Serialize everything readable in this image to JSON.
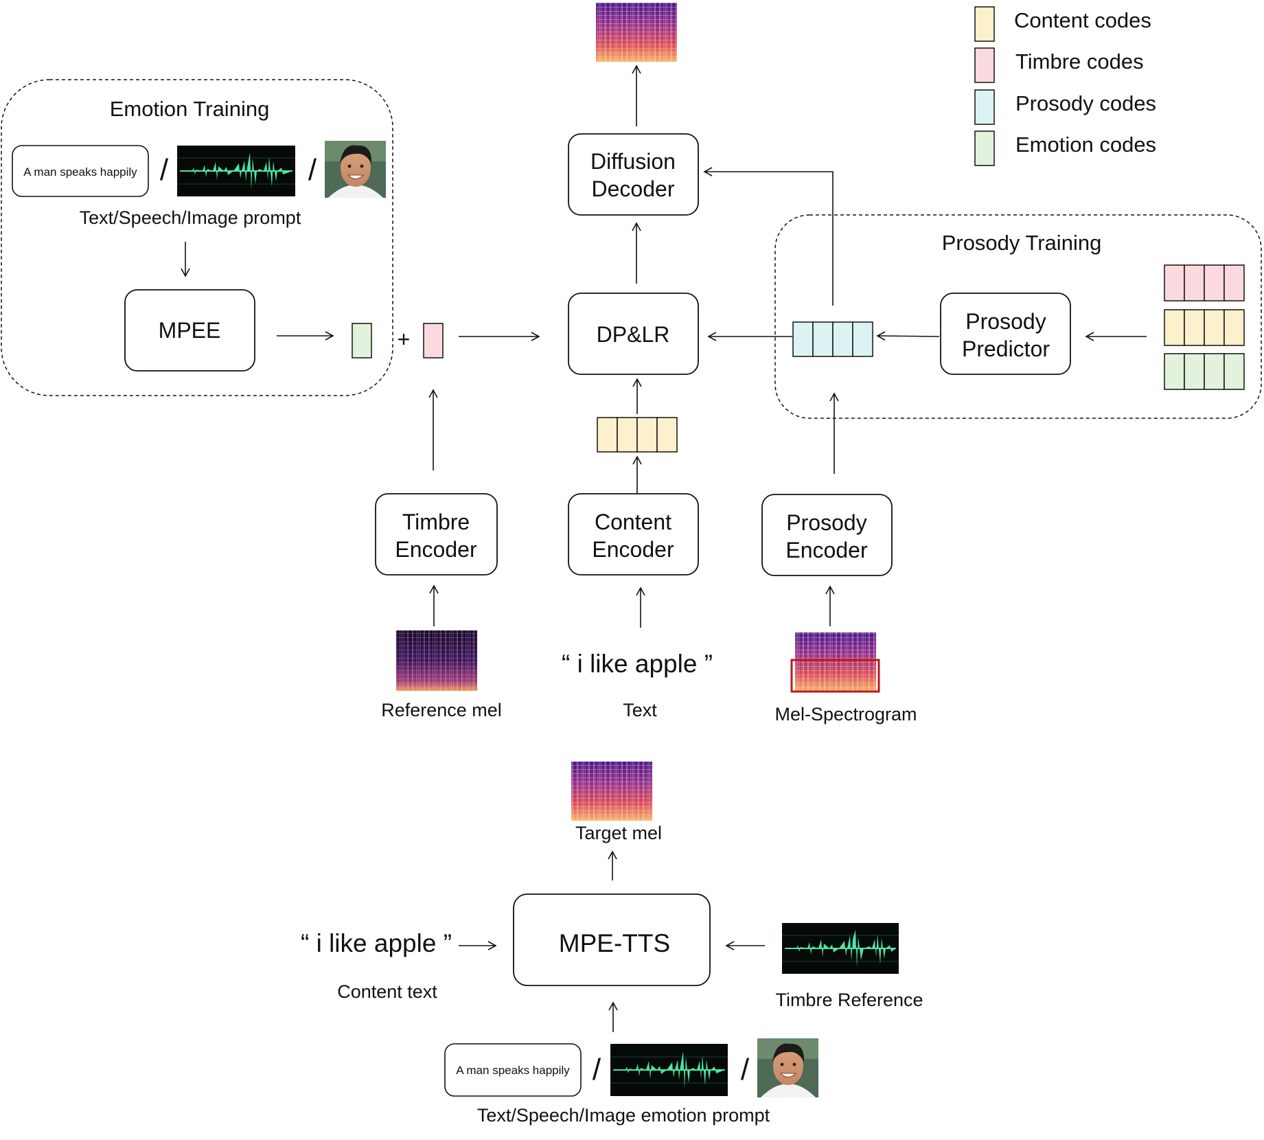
{
  "legend": {
    "content": "Content codes",
    "timbre": "Timbre codes",
    "prosody": "Prosody codes",
    "emotion": "Emotion codes"
  },
  "colors": {
    "content": "#fdf0cc",
    "timbre": "#fadadf",
    "prosody": "#dcf3f3",
    "emotion": "#e3f2dc",
    "waveform_bg": "#050a08",
    "waveform": "#49e8a6",
    "mel_highlight": "#c0181b"
  },
  "emotion_training": {
    "title": "Emotion Training",
    "text_prompt": "A man speaks happily",
    "separator": "/",
    "prompt_caption": "Text/Speech/Image prompt",
    "mpee": "MPEE",
    "plus": "+"
  },
  "prosody_training": {
    "title": "Prosody Training",
    "predictor_line1": "Prosody",
    "predictor_line2": "Predictor"
  },
  "blocks": {
    "diffusion_line1": "Diffusion",
    "diffusion_line2": "Decoder",
    "dplr": "DP&LR",
    "timbre_line1": "Timbre",
    "timbre_line2": "Encoder",
    "content_line1": "Content",
    "content_line2": "Encoder",
    "prosody_line1": "Prosody",
    "prosody_line2": "Encoder"
  },
  "inputs": {
    "reference_mel": "Reference mel",
    "text_quote": "“ i like apple ”",
    "text_caption": "Text",
    "mel_spectrogram": "Mel-Spectrogram"
  },
  "inference": {
    "target_mel": "Target mel",
    "model": "MPE-TTS",
    "content_quote": "“ i like apple ”",
    "content_caption": "Content text",
    "timbre_reference": "Timbre Reference",
    "text_prompt": "A man speaks happily",
    "separator": "/",
    "prompt_caption": "Text/Speech/Image emotion prompt"
  }
}
